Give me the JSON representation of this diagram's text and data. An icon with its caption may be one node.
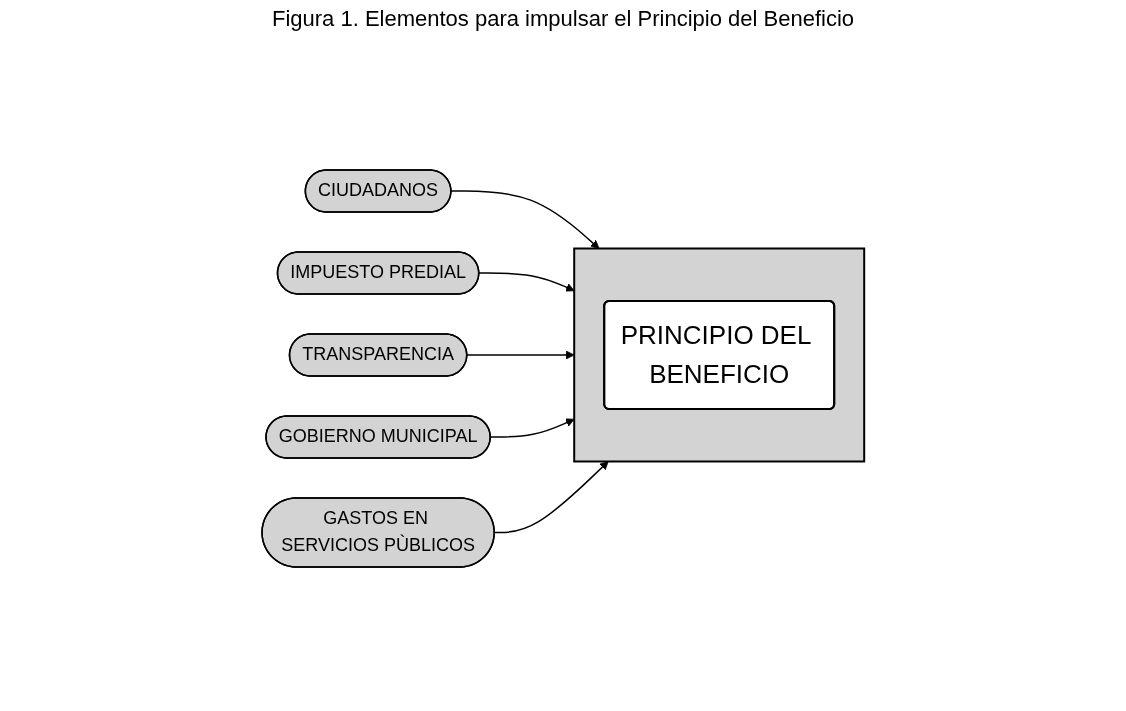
{
  "diagram": {
    "title": "Figura 1. Elementos para impulsar el Principio del Beneficio",
    "nodes": [
      {
        "text": [
          "CIUDADANOS"
        ]
      },
      {
        "text": [
          "IMPUESTO PREDIAL"
        ]
      },
      {
        "text": [],
        "shape": "arrow"
      },
      {
        "text": [
          "PRINCIPIO DEL BENEFICIO"
        ],
        "in": 2
      },
      {
        "text": [
          "TRANSPARENCIA"
        ]
      },
      {
        "text": [
          "GOBIERNO MUNICIPAL"
        ]
      },
      {
        "text": [
          "GASTOS EN SERVICIOS PÙBLICOS"
        ]
      }
    ],
    "edges": [
      {
        "from": 0,
        "to": 2,
        "arrow": "to"
      },
      {
        "from": 1,
        "to": 2,
        "arrow": "to"
      },
      {
        "from": 4,
        "to": 2,
        "arrow": "to"
      },
      {
        "from": 5,
        "to": 2,
        "arrow": "to"
      },
      {
        "from": 6,
        "to": 2,
        "arrow": "to"
      }
    ]
  }
}
